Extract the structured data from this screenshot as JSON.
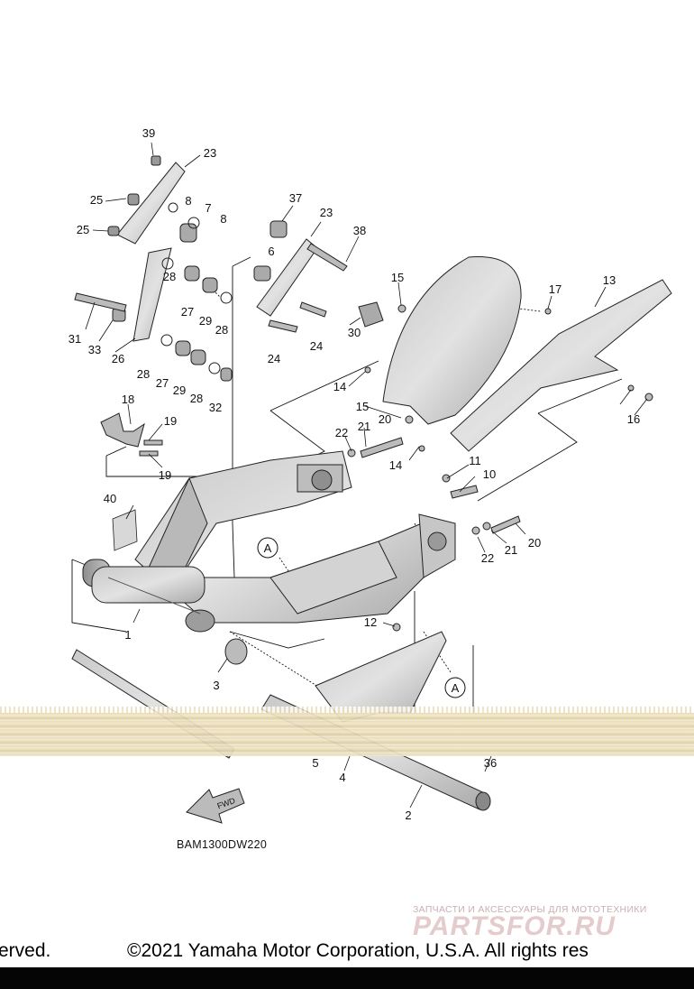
{
  "diagram": {
    "code": "BAM1300DW220",
    "fwd_label": "FWD",
    "ref_label": "A",
    "callouts": [
      "39",
      "23",
      "25",
      "8",
      "7",
      "8",
      "25",
      "37",
      "23",
      "6",
      "38",
      "15",
      "17",
      "13",
      "31",
      "33",
      "26",
      "28",
      "27",
      "29",
      "28",
      "24",
      "24",
      "30",
      "28",
      "27",
      "29",
      "28",
      "32",
      "14",
      "15",
      "21",
      "20",
      "14",
      "16",
      "18",
      "19",
      "19",
      "22",
      "11",
      "10",
      "40",
      "1",
      "3",
      "12",
      "22",
      "21",
      "20",
      "5",
      "4",
      "2",
      "36"
    ]
  },
  "watermark": {
    "small": "ЗАПЧАСТИ И АКСЕССУАРЫ ДЛЯ МОТОТЕХНИКИ",
    "big": "PARTSFOR.RU"
  },
  "footer": {
    "left_fragment": "erved.",
    "copyright": "©2021 Yamaha Motor Corporation, U.S.A. All rights res"
  }
}
